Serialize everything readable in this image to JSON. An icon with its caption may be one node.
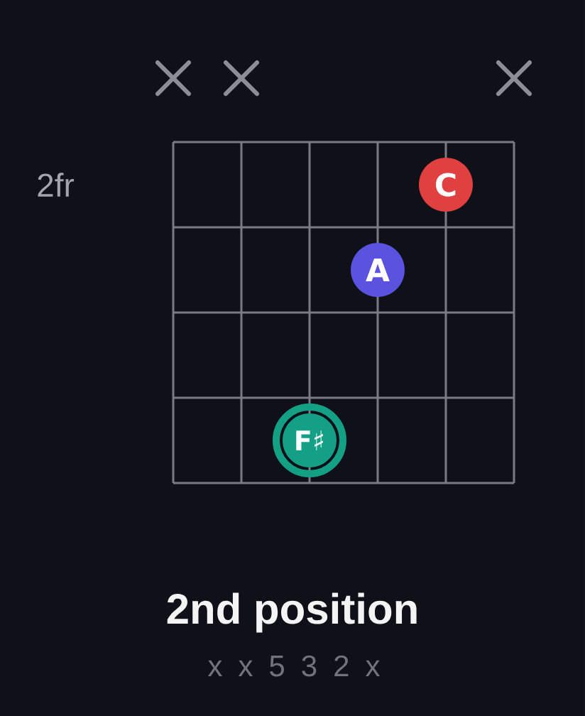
{
  "diagram": {
    "title": "2nd position",
    "caption": "x x 5 3 2 x",
    "nodes": [
      {
        "text": [
          "C"
        ]
      },
      {
        "text": [
          "A"
        ]
      },
      {
        "text": [
          "F♯"
        ]
      }
    ],
    "labels": [
      "2fr"
    ]
  }
}
